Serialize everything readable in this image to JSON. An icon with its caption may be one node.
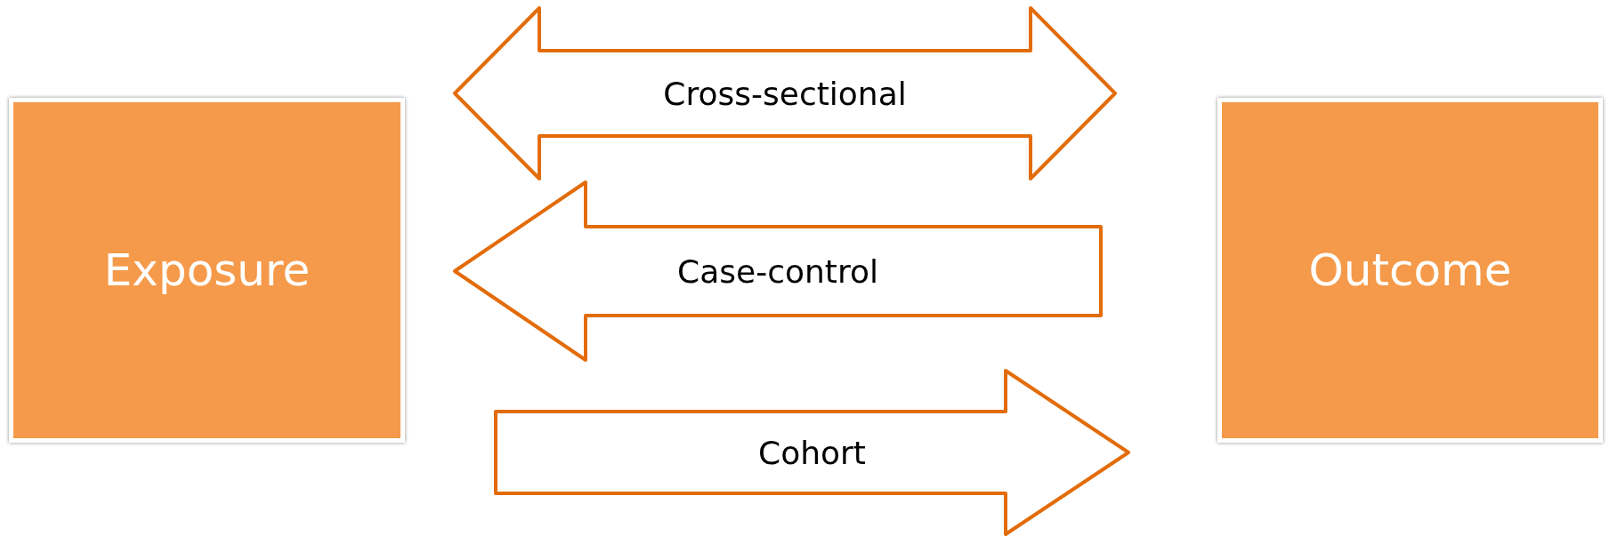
{
  "diagram": {
    "nodes": [
      {
        "text": [
          "Exposure"
        ]
      },
      {
        "text": [
          "Outcome"
        ]
      }
    ],
    "edges": [
      {
        "from": 0,
        "to": 1,
        "arrow": "both",
        "label": "Cross-sectional"
      },
      {
        "from": 1,
        "to": 0,
        "arrow": "to",
        "label": "Case-control"
      },
      {
        "from": 0,
        "to": 1,
        "arrow": "to",
        "label": "Cohort"
      }
    ]
  }
}
